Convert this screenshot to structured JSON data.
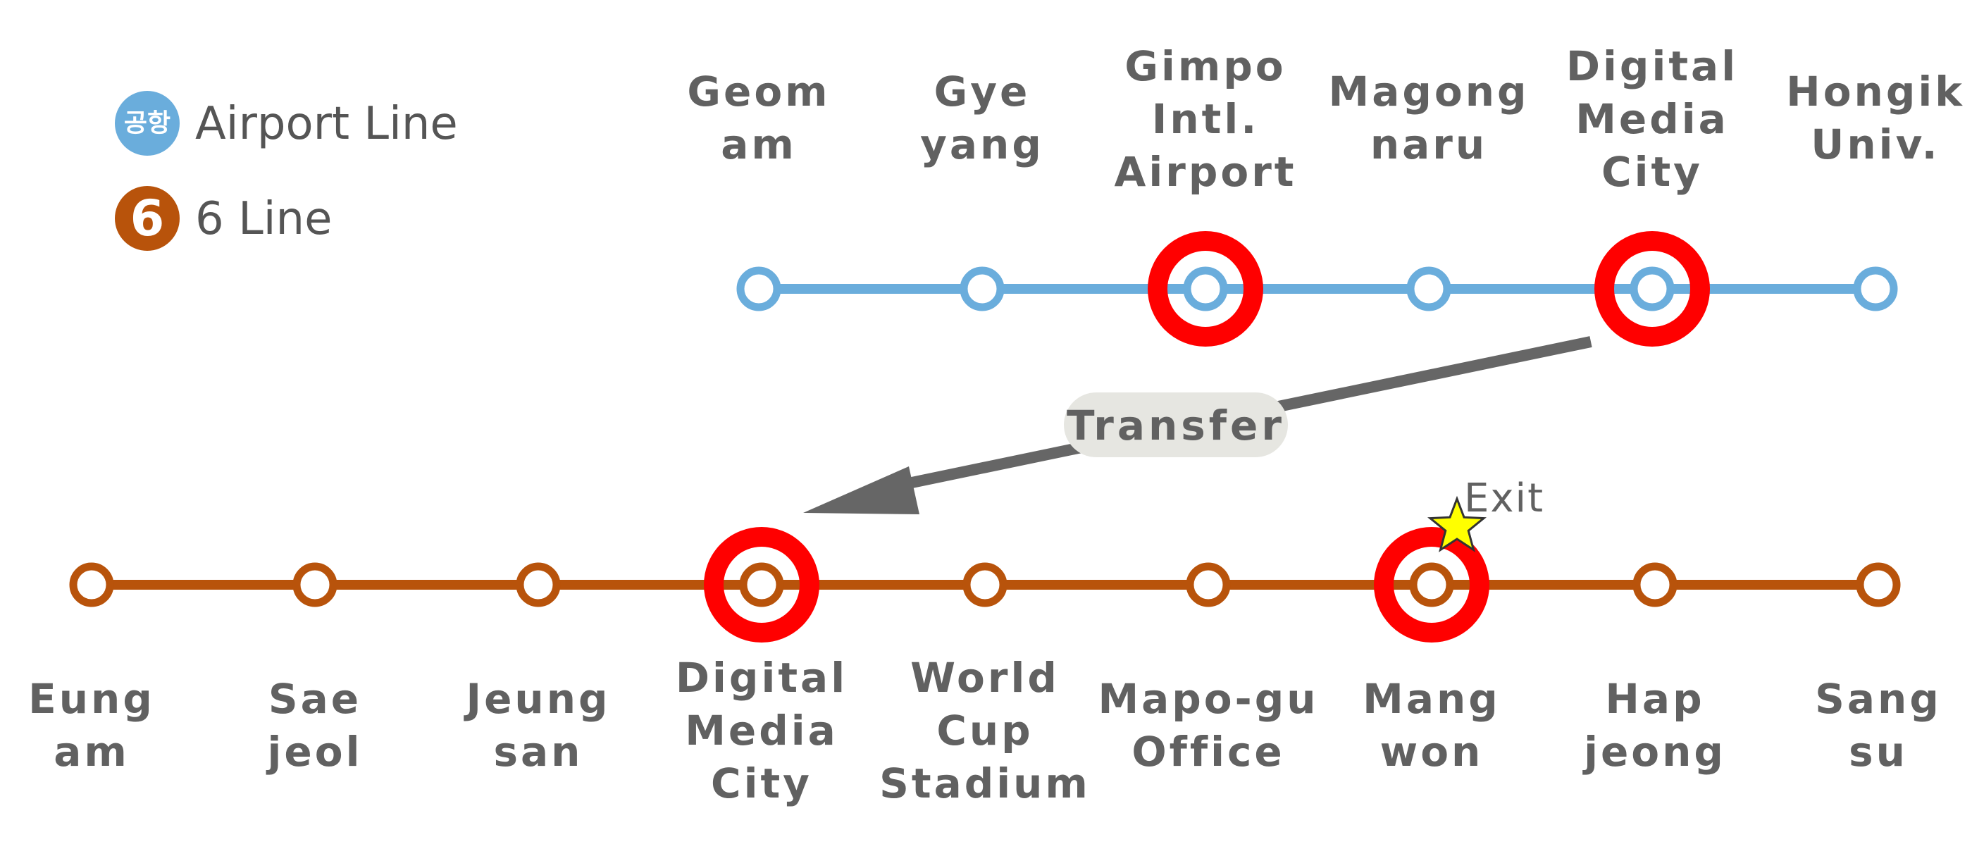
{
  "legend": [
    {
      "badge": "공항",
      "label": "Airport Line",
      "color": "#6aaddc"
    },
    {
      "badge": "6",
      "label": "6 Line",
      "color": "#b8530b"
    }
  ],
  "lines": [
    {
      "id": "airport",
      "color": "#6aaddc",
      "stations": [
        {
          "name": [
            "Geom",
            "am"
          ],
          "transfer": false
        },
        {
          "name": [
            "Gye",
            "yang"
          ],
          "transfer": false
        },
        {
          "name": [
            "Gimpo",
            "Intl.",
            "Airport"
          ],
          "transfer": true
        },
        {
          "name": [
            "Magong",
            "naru"
          ],
          "transfer": false
        },
        {
          "name": [
            "Digital",
            "Media",
            "City"
          ],
          "transfer": true
        },
        {
          "name": [
            "Hongik",
            "Univ."
          ],
          "transfer": false
        }
      ]
    },
    {
      "id": "line6",
      "color": "#b8530b",
      "stations": [
        {
          "name": [
            "Eung",
            "am"
          ],
          "transfer": false
        },
        {
          "name": [
            "Sae",
            "jeol"
          ],
          "transfer": false
        },
        {
          "name": [
            "Jeung",
            "san"
          ],
          "transfer": false
        },
        {
          "name": [
            "Digital",
            "Media",
            "City"
          ],
          "transfer": true
        },
        {
          "name": [
            "World",
            "Cup",
            "Stadium"
          ],
          "transfer": false
        },
        {
          "name": [
            "Mapo-gu",
            "Office"
          ],
          "transfer": false
        },
        {
          "name": [
            "Mang",
            "won"
          ],
          "transfer": true,
          "exit": true
        },
        {
          "name": [
            "Hap",
            "jeong"
          ],
          "transfer": false
        },
        {
          "name": [
            "Sang",
            "su"
          ],
          "transfer": false
        }
      ]
    }
  ],
  "transfer_label": "Transfer",
  "exit_label": "Exit",
  "colors": {
    "highlight_ring": "#ff0000",
    "arrow": "#666666",
    "transfer_box": "#e6e6e1",
    "exit_star": "#ffff00",
    "label_text": "#616161"
  }
}
